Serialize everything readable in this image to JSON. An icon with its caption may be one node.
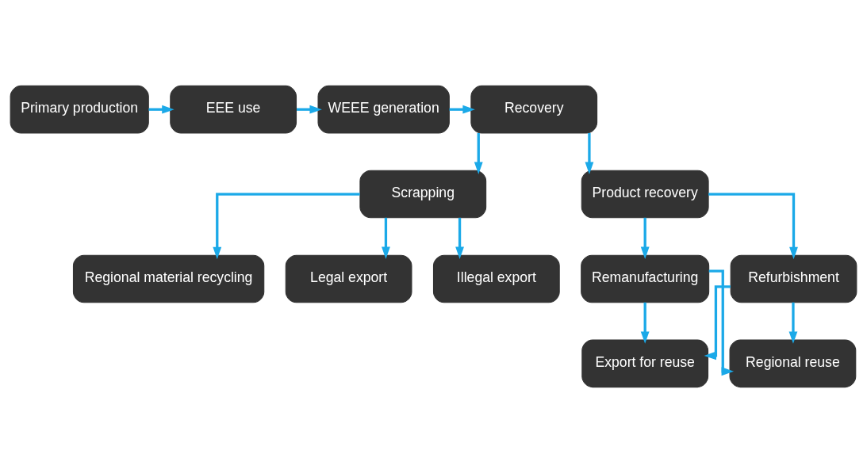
{
  "diagram": {
    "nodes": [
      {
        "text": [
          "Primary production"
        ]
      },
      {
        "text": [
          "EEE use"
        ]
      },
      {
        "text": [
          "WEEE generation"
        ]
      },
      {
        "text": [
          "Recovery"
        ]
      },
      {
        "text": [
          "Scrapping"
        ]
      },
      {
        "text": [
          "Product recovery"
        ]
      },
      {
        "text": [
          "Remanufacturing"
        ]
      },
      {
        "text": [
          "Refurbishment"
        ]
      },
      {
        "text": [
          "Regional material recycling"
        ]
      },
      {
        "text": [
          "Legal export"
        ]
      },
      {
        "text": [
          "Illegal export"
        ]
      },
      {
        "text": [
          "Export for reuse"
        ]
      },
      {
        "text": [
          "Regional reuse"
        ]
      }
    ],
    "edges": [
      {
        "from": 0,
        "to": 1,
        "arrow": "to"
      },
      {
        "from": 1,
        "to": 2,
        "arrow": "to"
      },
      {
        "from": 2,
        "to": 3,
        "arrow": "to"
      },
      {
        "from": 3,
        "to": 4,
        "arrow": "to"
      },
      {
        "from": 3,
        "to": 5,
        "arrow": "to"
      },
      {
        "from": 5,
        "to": 6,
        "arrow": "to"
      },
      {
        "from": 5,
        "to": 7,
        "arrow": "to"
      },
      {
        "from": 4,
        "to": 8,
        "arrow": "to"
      },
      {
        "from": 4,
        "to": 9,
        "arrow": "to"
      },
      {
        "from": 4,
        "to": 10,
        "arrow": "to"
      },
      {
        "from": 6,
        "to": 11,
        "arrow": "to"
      },
      {
        "from": 6,
        "to": 12,
        "arrow": "to"
      },
      {
        "from": 7,
        "to": 11,
        "arrow": "to"
      },
      {
        "from": 7,
        "to": 12,
        "arrow": "to"
      }
    ]
  }
}
